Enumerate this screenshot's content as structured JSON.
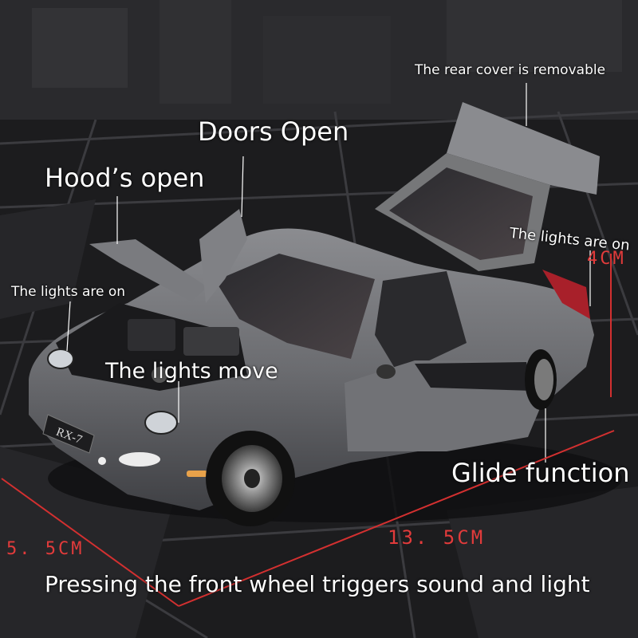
{
  "labels": {
    "rear_cover": "The rear cover is removable",
    "doors_open": "Doors Open",
    "hood_open": "Hood’s open",
    "lights_on_right": "The lights are on",
    "lights_on_left": "The lights are on",
    "lights_move": "The lights move",
    "glide_function": "Glide function",
    "press_wheel": "Pressing the front wheel triggers sound and light"
  },
  "dimensions": {
    "height": "4CM",
    "width": "5. 5CM",
    "length": "13. 5CM"
  },
  "plate": "RX-7",
  "colors": {
    "background": "#1c1c1e",
    "car_body": "#6d6e72",
    "label_text": "#ffffff",
    "dimension_text": "#e23b3b",
    "dimension_line": "#d33030"
  }
}
